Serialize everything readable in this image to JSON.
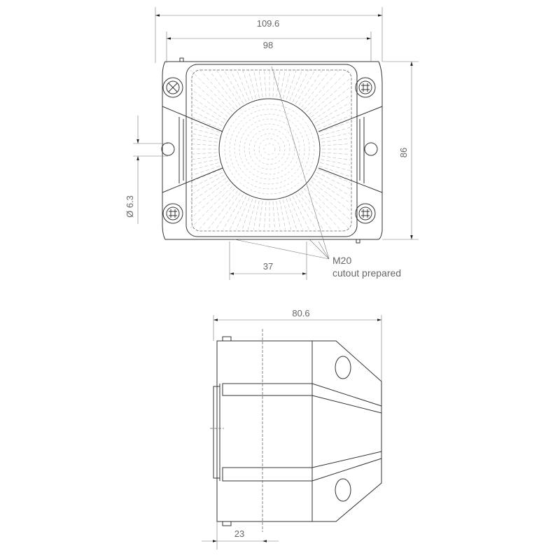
{
  "front_view": {
    "dim_overall_width": "109.6",
    "dim_inner_width": "98",
    "dim_height": "86",
    "dim_hole_diameter": "Ø 6.3",
    "dim_cutout_width": "37",
    "callout_title": "M20",
    "callout_text": "cutout prepared"
  },
  "side_view": {
    "dim_depth": "80.6",
    "dim_offset": "23"
  },
  "colors": {
    "line": "#333333",
    "dimension_text": "#666666"
  }
}
